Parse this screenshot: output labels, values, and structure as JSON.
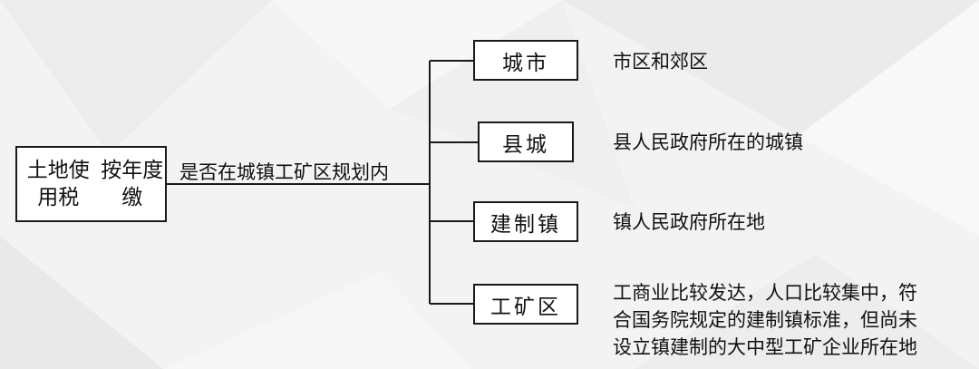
{
  "root": {
    "line1": "土地使用税",
    "line2": "按年度缴"
  },
  "connector_label": "是否在城镇工矿区规划内",
  "branches": [
    {
      "name": "城市",
      "description": [
        "市区和郊区"
      ]
    },
    {
      "name": "县城",
      "description": [
        "县人民政府所在的城镇"
      ]
    },
    {
      "name": "建制镇",
      "description": [
        "镇人民政府所在地"
      ]
    },
    {
      "name": "工矿区",
      "description": [
        "工商业比较发达，人口比较集中，符",
        "合国务院规定的建制镇标准，但尚未",
        "设立镇建制的大中型工矿企业所在地"
      ]
    }
  ]
}
